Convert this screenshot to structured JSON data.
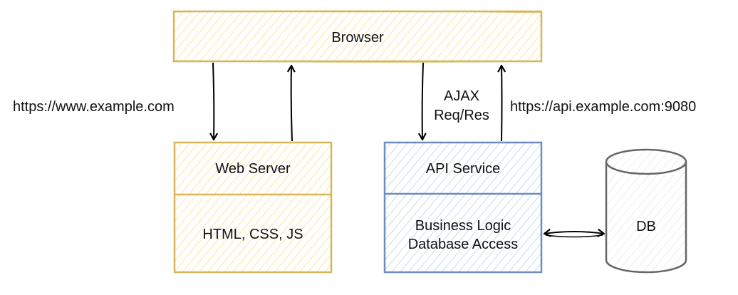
{
  "colors": {
    "yellow_stroke": "#d6b656",
    "yellow_hatch": "#fbe4a6",
    "blue_stroke": "#6c8ebf",
    "blue_hatch": "#c9dcf4",
    "gray_stroke": "#666666",
    "gray_hatch": "#e6e6e6",
    "arrow": "#000000"
  },
  "nodes": {
    "browser": {
      "label": "Browser"
    },
    "web_server": {
      "header": "Web Server",
      "body": "HTML, CSS, JS"
    },
    "api_service": {
      "header": "API Service",
      "body_line1": "Business Logic",
      "body_line2": "Database Access"
    },
    "db": {
      "label": "DB"
    }
  },
  "edge_labels": {
    "www": "https://www.example.com",
    "ajax_line1": "AJAX",
    "ajax_line2": "Req/Res",
    "api": "https://api.example.com:9080"
  }
}
